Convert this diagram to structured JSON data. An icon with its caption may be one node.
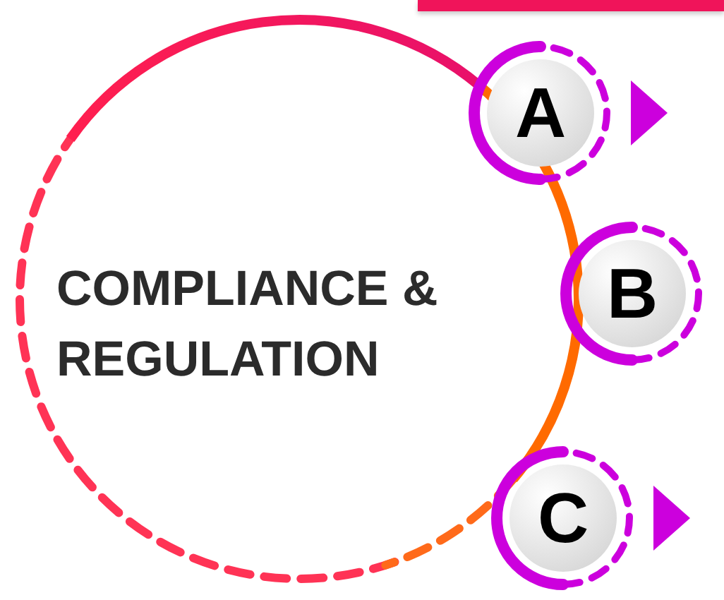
{
  "diagram": {
    "nodes": [
      {
        "text": [
          "COMPLIANCE & REGULATION"
        ]
      },
      {
        "text": [
          "A"
        ]
      },
      {
        "text": [
          "B"
        ]
      },
      {
        "text": [
          "C"
        ]
      }
    ],
    "edges": []
  }
}
